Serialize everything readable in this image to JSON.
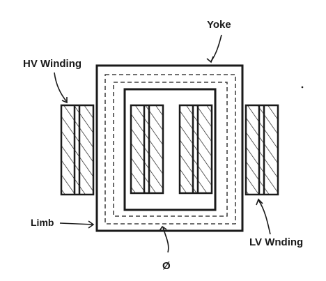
{
  "labels": {
    "yoke": "Yoke",
    "hv_winding": "HV Winding",
    "limb": "Limb",
    "lv_winding": "LV Wnding",
    "flux": "Ø"
  },
  "colors": {
    "ink": "#1a1a1a",
    "background": "#ffffff"
  }
}
